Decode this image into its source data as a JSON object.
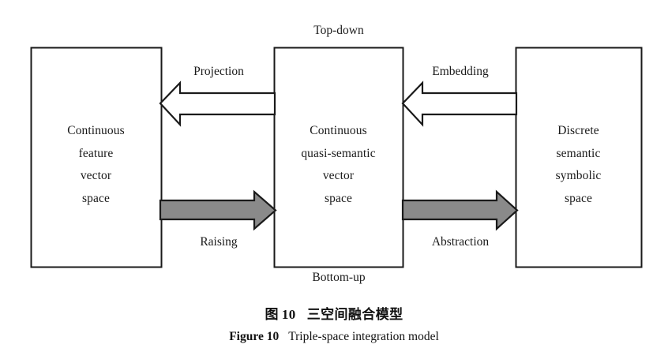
{
  "figure": {
    "type": "block-diagram",
    "boxes": [
      {
        "id": "continuous-feature-vector-space",
        "lines": [
          "Continuous",
          "feature",
          "vector",
          "space"
        ]
      },
      {
        "id": "continuous-quasi-semantic-vector-space",
        "lines": [
          "Continuous",
          "quasi-semantic",
          "vector",
          "space"
        ]
      },
      {
        "id": "discrete-semantic-symbolic-space",
        "lines": [
          "Discrete",
          "semantic",
          "symbolic",
          "space"
        ]
      }
    ],
    "flow_labels": {
      "top": "Top-down",
      "bottom": "Bottom-up"
    },
    "arrows": [
      {
        "id": "projection",
        "label": "Projection",
        "direction": "left",
        "style": "hollow",
        "from": "continuous-quasi-semantic-vector-space",
        "to": "continuous-feature-vector-space"
      },
      {
        "id": "embedding",
        "label": "Embedding",
        "direction": "left",
        "style": "hollow",
        "from": "discrete-semantic-symbolic-space",
        "to": "continuous-quasi-semantic-vector-space"
      },
      {
        "id": "raising",
        "label": "Raising",
        "direction": "right",
        "style": "filled",
        "from": "continuous-feature-vector-space",
        "to": "continuous-quasi-semantic-vector-space"
      },
      {
        "id": "abstraction",
        "label": "Abstraction",
        "direction": "right",
        "style": "filled",
        "from": "continuous-quasi-semantic-vector-space",
        "to": "discrete-semantic-symbolic-space"
      }
    ],
    "colors": {
      "stroke": "#1a1a1a",
      "box_fill": "#ffffff",
      "hollow_arrow_fill": "#ffffff",
      "filled_arrow_fill": "#8a8a8a"
    }
  },
  "caption": {
    "chinese_prefix": "图",
    "number": "10",
    "chinese_title": "三空间融合模型",
    "english_prefix": "Figure 10",
    "english_title": "Triple-space integration model"
  }
}
